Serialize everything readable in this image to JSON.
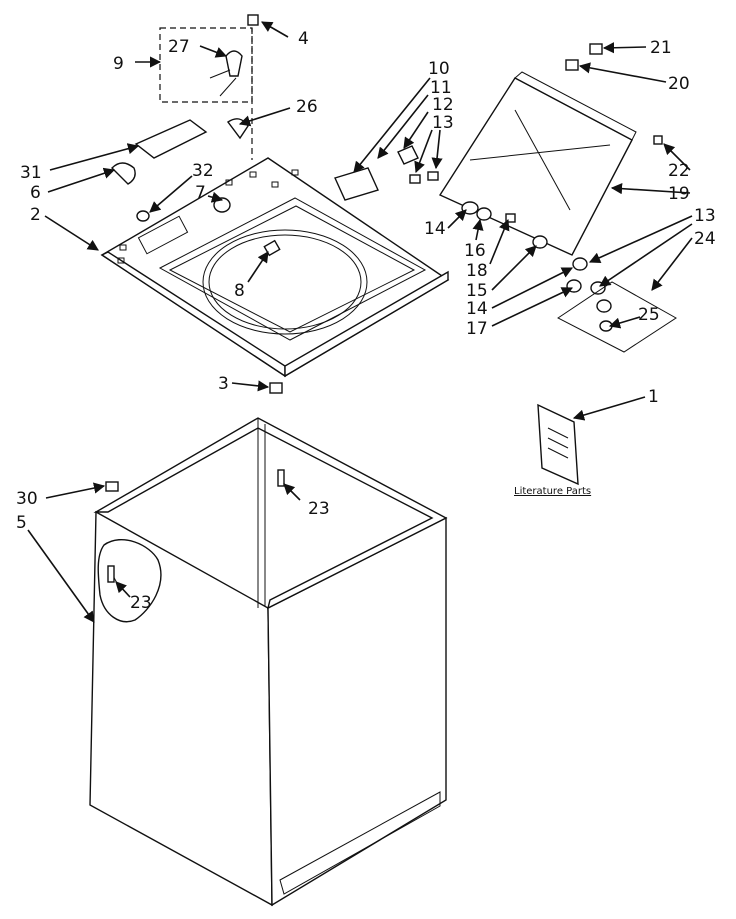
{
  "diagram": {
    "labels": {
      "p1": "1",
      "p2": "2",
      "p3": "3",
      "p4": "4",
      "p5": "5",
      "p6": "6",
      "p7": "7",
      "p8": "8",
      "p9": "9",
      "p10": "10",
      "p11": "11",
      "p12": "12",
      "p13a": "13",
      "p13b": "13",
      "p14a": "14",
      "p14b": "14",
      "p15": "15",
      "p16": "16",
      "p17": "17",
      "p18": "18",
      "p19": "19",
      "p20": "20",
      "p21": "21",
      "p22": "22",
      "p23a": "23",
      "p23b": "23",
      "p24": "24",
      "p25": "25",
      "p26": "26",
      "p27": "27",
      "p30": "30",
      "p31": "31",
      "p32": "32"
    },
    "literature_caption": "Literature Parts"
  }
}
